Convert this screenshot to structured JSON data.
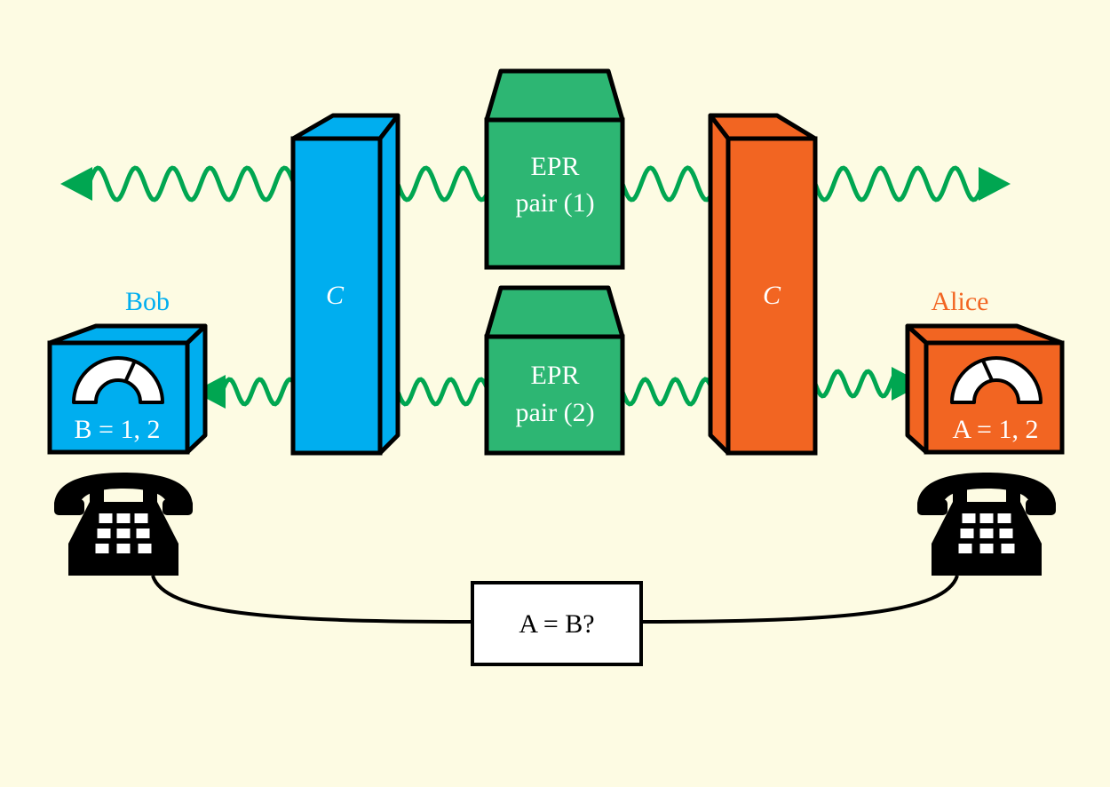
{
  "colors": {
    "background": "#fdfbe3",
    "bob": "#00aeef",
    "alice": "#f26522",
    "epr": "#2db673",
    "wave": "#00a651",
    "outline": "#000000",
    "white": "#ffffff"
  },
  "labels": {
    "bob": "Bob",
    "alice": "Alice",
    "bob_value": "B = 1, 2",
    "alice_value": "A = 1, 2",
    "left_box": "C",
    "right_box": "C",
    "epr1_line1": "EPR",
    "epr1_line2": "pair (1)",
    "epr2_line1": "EPR",
    "epr2_line2": "pair (2)",
    "compare": "A = B?"
  },
  "icons": {
    "meter": "gauge-icon",
    "phone": "telephone-icon",
    "arrow": "arrowhead-icon"
  }
}
